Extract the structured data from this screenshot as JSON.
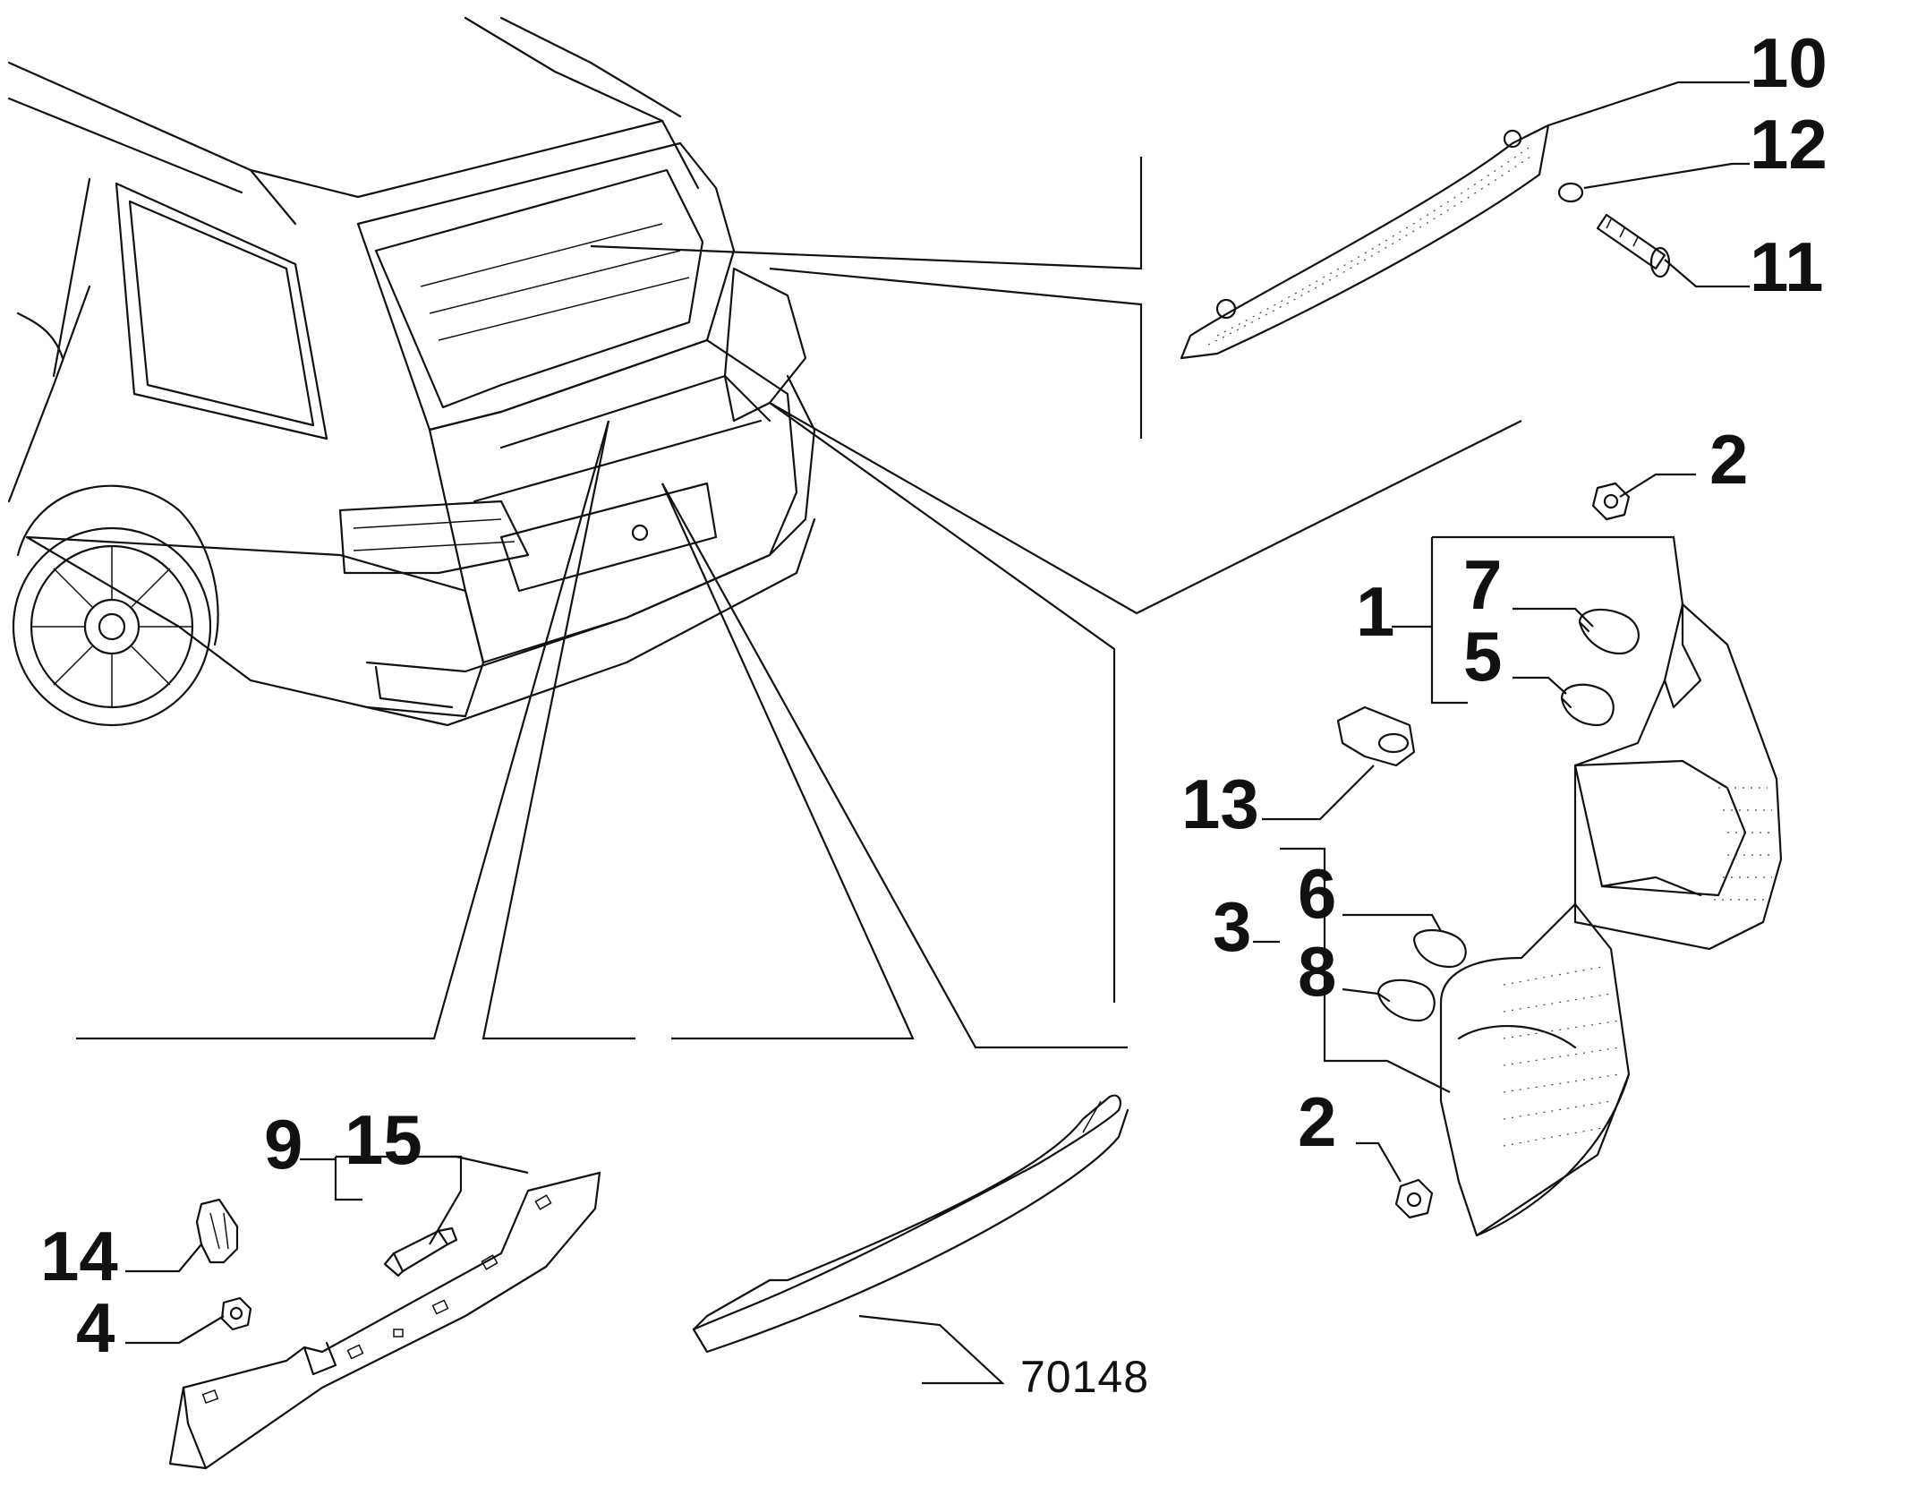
{
  "diagram": {
    "reference_code": "70148",
    "callouts": [
      {
        "id": "c10",
        "label": "10"
      },
      {
        "id": "c12",
        "label": "12"
      },
      {
        "id": "c11",
        "label": "11"
      },
      {
        "id": "c2a",
        "label": "2"
      },
      {
        "id": "c1",
        "label": "1"
      },
      {
        "id": "c7",
        "label": "7"
      },
      {
        "id": "c5",
        "label": "5"
      },
      {
        "id": "c13",
        "label": "13"
      },
      {
        "id": "c3",
        "label": "3"
      },
      {
        "id": "c6",
        "label": "6"
      },
      {
        "id": "c8",
        "label": "8"
      },
      {
        "id": "c2b",
        "label": "2"
      },
      {
        "id": "c9",
        "label": "9"
      },
      {
        "id": "c15",
        "label": "15"
      },
      {
        "id": "c14",
        "label": "14"
      },
      {
        "id": "c4",
        "label": "4"
      }
    ]
  }
}
